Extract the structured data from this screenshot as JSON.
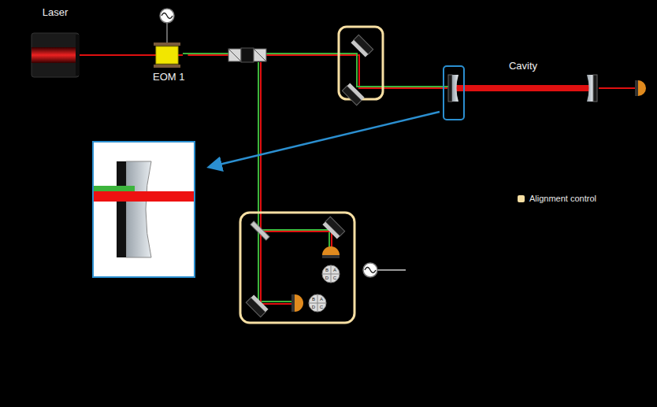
{
  "diagram": {
    "nodes": [
      {
        "text": [
          "Laser"
        ]
      },
      {
        "text": [
          "EOM 1"
        ]
      },
      {
        "text": [
          "Cavity"
        ]
      }
    ],
    "edges": [
      {
        "from": 0,
        "to": 1,
        "arrow": "none"
      },
      {
        "from": 1,
        "to": 2,
        "arrow": "none"
      }
    ],
    "labels": [
      "A",
      "B",
      "C",
      "D",
      "A",
      "B",
      "C",
      "D"
    ],
    "legend": [
      {
        "text": "Alignment control",
        "color": "#f7dfa3"
      }
    ]
  }
}
